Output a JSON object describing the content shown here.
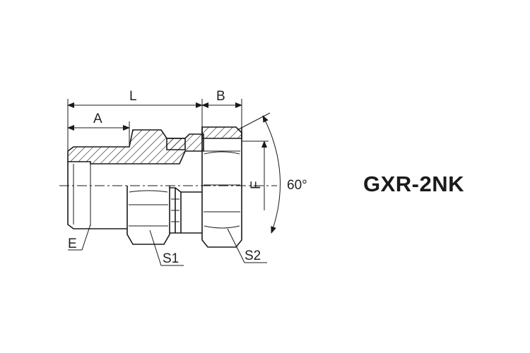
{
  "drawing": {
    "dimensions": {
      "L": "L",
      "A": "A",
      "B": "B",
      "E": "E",
      "F": "F",
      "S1": "S1",
      "S2": "S2",
      "angle": "60°"
    },
    "model": "GXR-2NK"
  }
}
